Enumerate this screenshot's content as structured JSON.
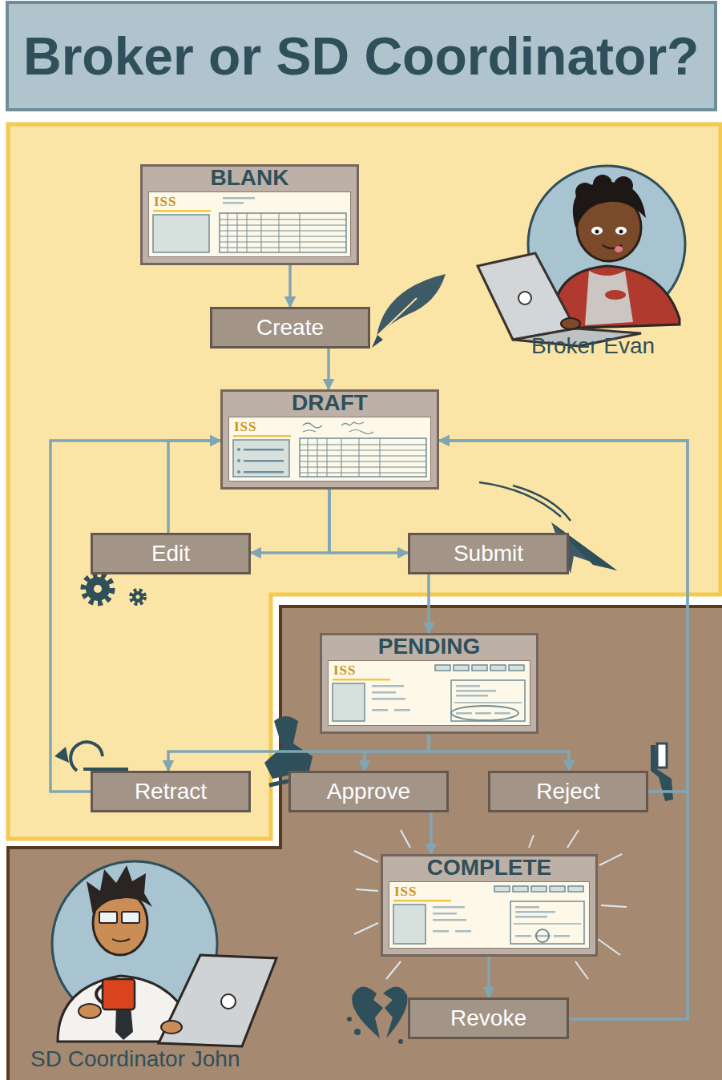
{
  "diagram": {
    "title": "Broker or SD Coordinator?",
    "nodes": [
      {
        "text": [
          "BLANK",
          "ISS"
        ]
      },
      {
        "text": [
          "Create"
        ]
      },
      {
        "text": [
          "DRAFT",
          "ISS"
        ]
      },
      {
        "text": [
          "Edit"
        ]
      },
      {
        "text": [
          "Submit"
        ]
      },
      {
        "text": [
          "PENDING",
          "ISS"
        ]
      },
      {
        "text": [
          "Retract"
        ]
      },
      {
        "text": [
          "Approve"
        ]
      },
      {
        "text": [
          "Reject"
        ]
      },
      {
        "text": [
          "COMPLETE",
          "ISS"
        ]
      },
      {
        "text": [
          "Revoke"
        ]
      }
    ],
    "edges": [
      {
        "from": 0,
        "to": 1,
        "arrow": "to"
      },
      {
        "from": 1,
        "to": 2,
        "arrow": "to"
      },
      {
        "from": 2,
        "to": 3,
        "arrow": "to"
      },
      {
        "from": 2,
        "to": 4,
        "arrow": "to"
      },
      {
        "from": 3,
        "to": 2,
        "arrow": "to"
      },
      {
        "from": 4,
        "to": 5,
        "arrow": "to"
      },
      {
        "from": 5,
        "to": 6,
        "arrow": "to"
      },
      {
        "from": 5,
        "to": 7,
        "arrow": "to"
      },
      {
        "from": 5,
        "to": 8,
        "arrow": "to"
      },
      {
        "from": 6,
        "to": 2,
        "arrow": "to"
      },
      {
        "from": 7,
        "to": 9,
        "arrow": "to"
      },
      {
        "from": 8,
        "to": 2,
        "arrow": "to"
      },
      {
        "from": 9,
        "to": 10,
        "arrow": "to"
      },
      {
        "from": 10,
        "to": 2,
        "arrow": "to"
      }
    ],
    "labels": [
      "Broker Evan",
      "SD Coordinator John"
    ]
  }
}
